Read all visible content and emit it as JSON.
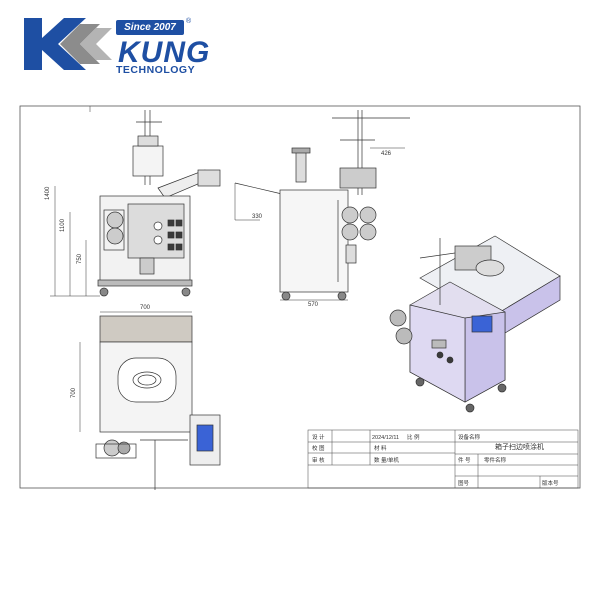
{
  "logo": {
    "since": "Since 2007",
    "brand": "KUNG",
    "tagline": "TECHNOLOGY",
    "reg": "®",
    "colors": {
      "blue": "#1e4fa3",
      "grey": "#8c8c8c"
    }
  },
  "dimensions": {
    "front_height_total": "1400",
    "front_height_mid": "1100",
    "front_height_low": "750",
    "top_width": "700",
    "top_depth": "700",
    "side_arm": "426",
    "side_offset": "330",
    "side_width": "570"
  },
  "title_block": {
    "design_label": "设 计",
    "design_date": "2024/12/11",
    "scale_label": "比 例",
    "check_label": "校 图",
    "material_label": "材 料",
    "review_label": "审 核",
    "qty_label": "数 量/单机",
    "device_name_label": "设备名称",
    "device_name": "箱子扫边喷涂机",
    "part_no_label": "件 号",
    "part_name_label": "零件名称",
    "drawing_no_label": "图号",
    "version_label": "版本号"
  },
  "colors": {
    "line": "#333333",
    "machine_fill": "#e8e8f0",
    "panel_purple": "#c9c2ea",
    "panel_dark": "#3a3a3a",
    "hood_grey": "#cfcac2",
    "screen_blue": "#3a63d6"
  }
}
